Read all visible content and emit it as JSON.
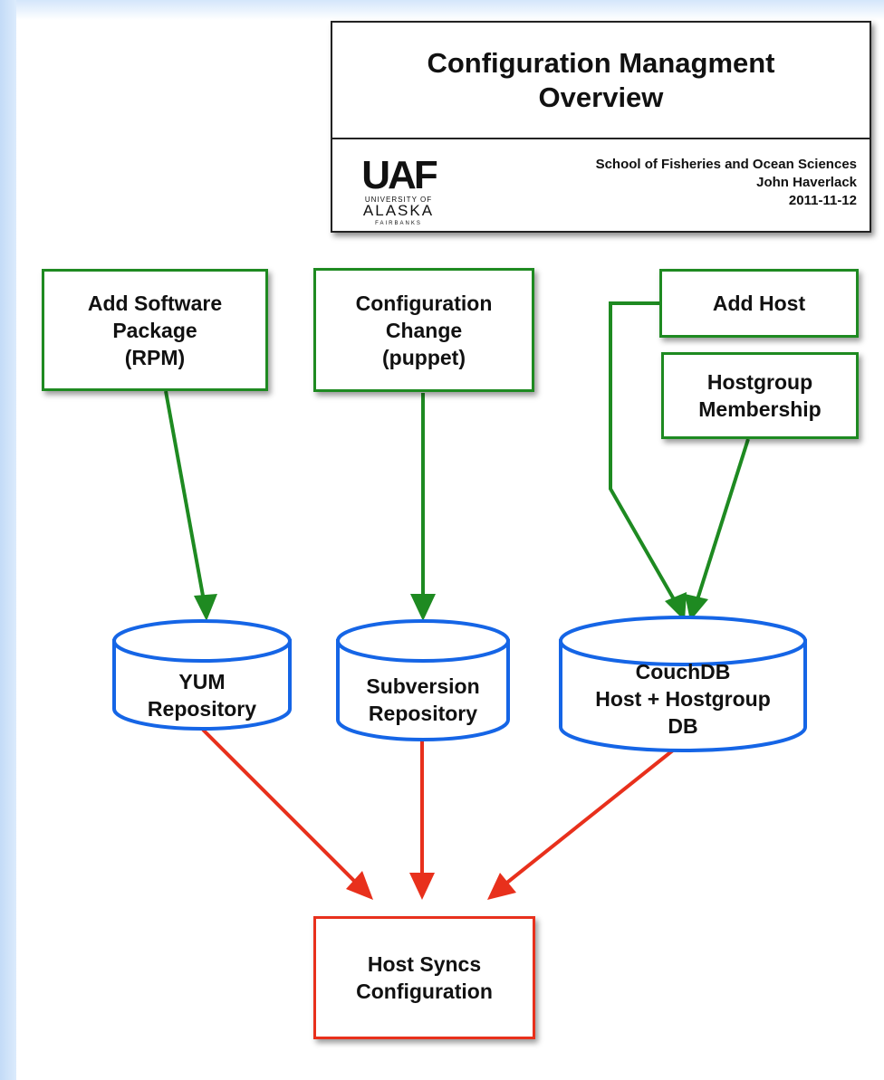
{
  "title_card": {
    "title": "Configuration Managment\nOverview",
    "org": "School of Fisheries and Ocean Sciences",
    "author": "John Haverlack",
    "date": "2011-11-12",
    "logo": {
      "mark": "UAF",
      "line1": "UNIVERSITY OF",
      "line2": "ALASKA",
      "line3": "FAIRBANKS"
    }
  },
  "inputs": {
    "add_software": "Add Software\nPackage\n(RPM)",
    "config_change": "Configuration\nChange\n(puppet)",
    "add_host": "Add Host",
    "hostgroup": "Hostgroup\nMembership"
  },
  "repos": {
    "yum": "YUM\nRepository",
    "svn": "Subversion\nRepository",
    "couchdb": "CouchDB\nHost + Hostgroup\nDB"
  },
  "output": {
    "host_syncs": "Host Syncs\nConfiguration"
  },
  "colors": {
    "input_border": "#1e8a21",
    "repo_border": "#1565e6",
    "output_border": "#e8301c"
  }
}
